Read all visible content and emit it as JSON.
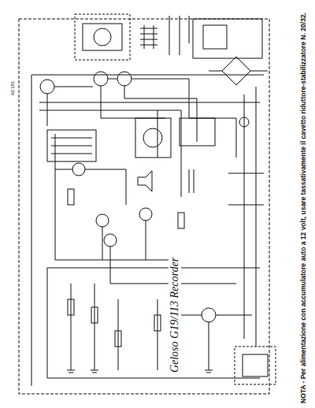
{
  "diagram": {
    "labels": [
      "Geloso G19/113 Recorder",
      "NOTA - Per alimentazione con accumulatore auto a 12 volt, usare tassativamente il cavetto riduttore-stabilizzatore N. 20/32.",
      "AC181"
    ]
  }
}
